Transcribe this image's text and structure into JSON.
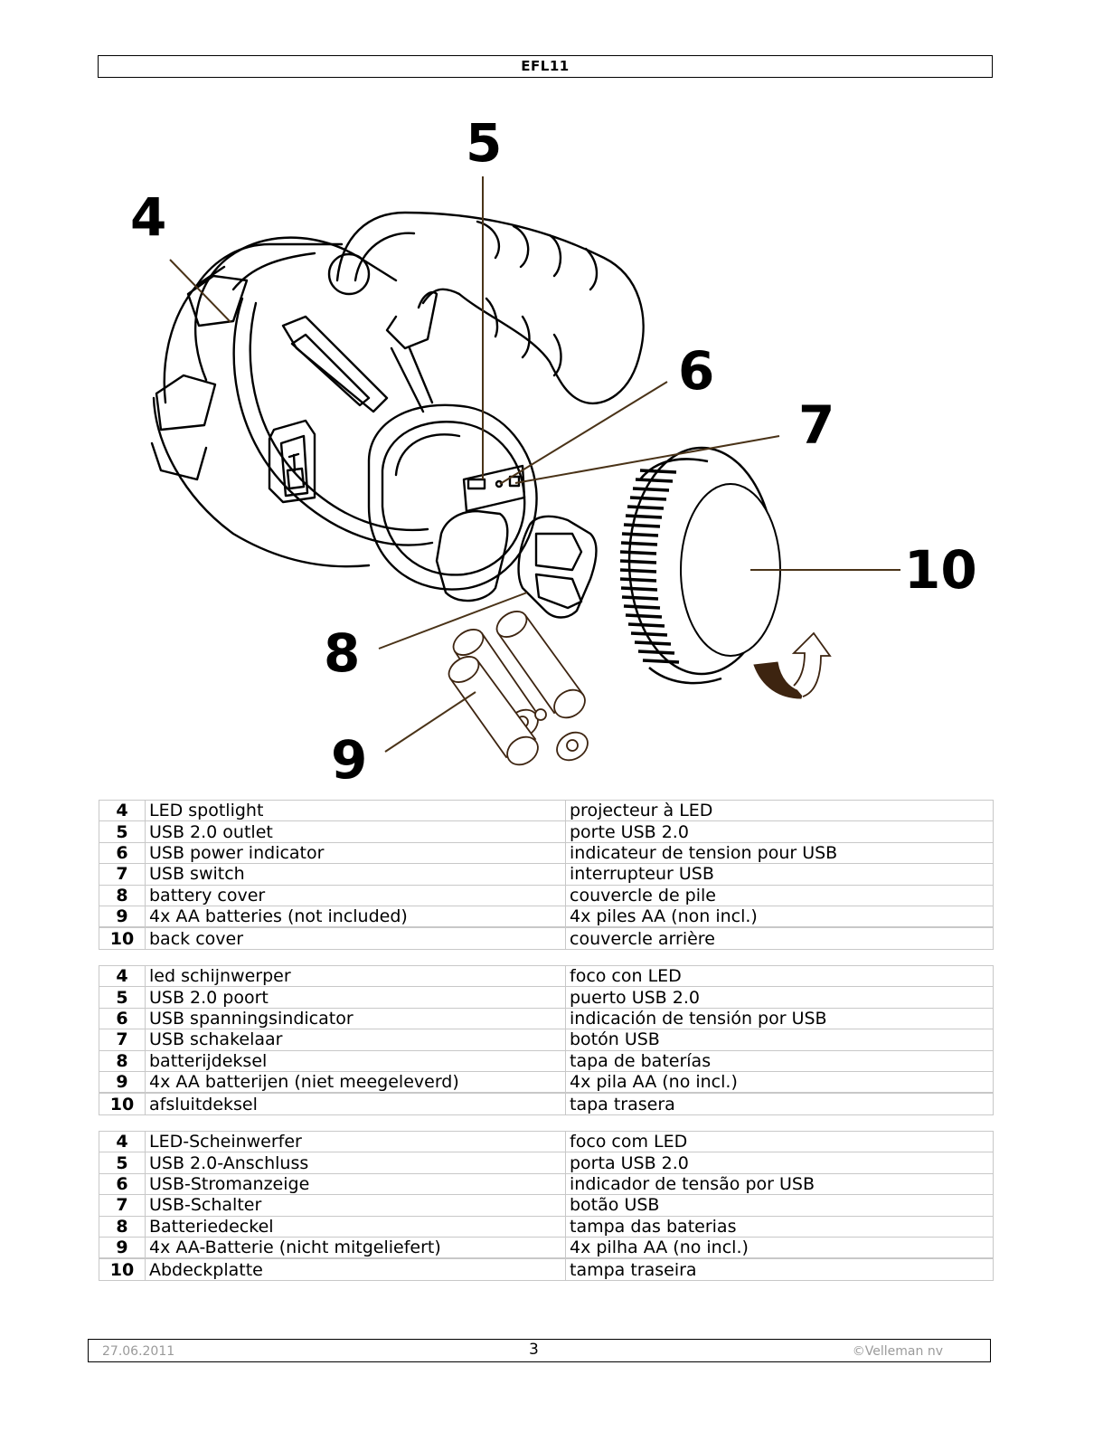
{
  "header": {
    "title": "EFL11"
  },
  "figure": {
    "description": "Exploded view of LED spotlight EFL11 with battery compartment, batteries and back cover",
    "callouts": [
      "4",
      "5",
      "6",
      "7",
      "8",
      "9",
      "10"
    ],
    "leader_color": "#4a3318",
    "arrow_color": "#3d2410"
  },
  "tables": [
    {
      "language_pair": "en-fr",
      "rows": [
        {
          "num": "4",
          "left": "LED spotlight",
          "right": "projecteur à LED"
        },
        {
          "num": "5",
          "left": "USB 2.0 outlet",
          "right": "porte USB 2.0"
        },
        {
          "num": "6",
          "left": "USB power indicator",
          "right": "indicateur de tension pour USB"
        },
        {
          "num": "7",
          "left": "USB switch",
          "right": "interrupteur USB"
        },
        {
          "num": "8",
          "left": "battery cover",
          "right": "couvercle de pile"
        },
        {
          "num": "9",
          "left": "4x AA batteries (not included)",
          "right": "4x piles AA (non incl.)"
        },
        {
          "num": "10",
          "left": "back cover",
          "right": "couvercle arrière"
        }
      ]
    },
    {
      "language_pair": "nl-es",
      "rows": [
        {
          "num": "4",
          "left": "led schijnwerper",
          "right": "foco con LED"
        },
        {
          "num": "5",
          "left": "USB 2.0 poort",
          "right": "puerto USB 2.0"
        },
        {
          "num": "6",
          "left": "USB spanningsindicator",
          "right": "indicación de tensión por USB"
        },
        {
          "num": "7",
          "left": "USB schakelaar",
          "right": "botón USB"
        },
        {
          "num": "8",
          "left": "batterijdeksel",
          "right": "tapa de baterías"
        },
        {
          "num": "9",
          "left": "4x AA batterijen (niet meegeleverd)",
          "right": "4x pila AA (no incl.)"
        },
        {
          "num": "10",
          "left": "afsluitdeksel",
          "right": "tapa trasera"
        }
      ]
    },
    {
      "language_pair": "de-pt",
      "rows": [
        {
          "num": "4",
          "left": "LED-Scheinwerfer",
          "right": "foco com LED"
        },
        {
          "num": "5",
          "left": "USB 2.0-Anschluss",
          "right": "porta USB 2.0"
        },
        {
          "num": "6",
          "left": "USB-Stromanzeige",
          "right": "indicador de tensão por USB"
        },
        {
          "num": "7",
          "left": "USB-Schalter",
          "right": "botão USB"
        },
        {
          "num": "8",
          "left": "Batteriedeckel",
          "right": "tampa das baterias"
        },
        {
          "num": "9",
          "left": "4x AA-Batterie (nicht mitgeliefert)",
          "right": "4x pilha AA (no incl.)"
        },
        {
          "num": "10",
          "left": "Abdeckplatte",
          "right": "tampa traseira"
        }
      ]
    }
  ],
  "footer": {
    "date": "27.06.2011",
    "page": "3",
    "copyright": "©Velleman nv"
  }
}
